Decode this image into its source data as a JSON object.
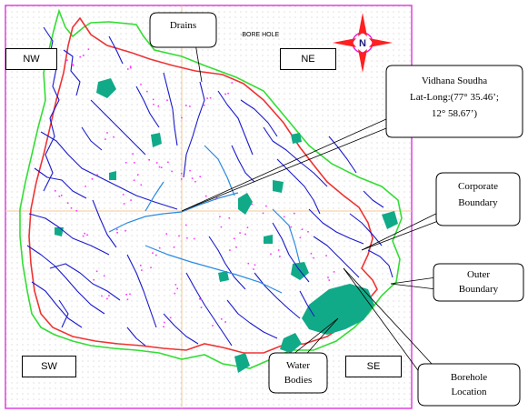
{
  "map": {
    "legend": {
      "bore_hole": "·BORE HOLE"
    },
    "quadrants": {
      "nw": "NW",
      "ne": "NE",
      "sw": "SW",
      "se": "SE"
    },
    "north_arrow": "N",
    "callouts": {
      "drains": "Drains",
      "vidhana_line1": "Vidhana Soudha",
      "vidhana_line2": "Lat-Long:(77° 35.46’;",
      "vidhana_line3": "12° 58.67’)",
      "corporate_line1": "Corporate",
      "corporate_line2": "Boundary",
      "outer_line1": "Outer",
      "outer_line2": "Boundary",
      "water_line1": "Water",
      "water_line2": "Bodies",
      "borehole_line1": "Borehole",
      "borehole_line2": "Location"
    },
    "colors": {
      "frame": "#e040e0",
      "grid_dots": "#b0b0b0",
      "outer_boundary": "#33dd33",
      "corporate_boundary": "#ee3333",
      "drains": "#1a1acc",
      "drains_light": "#2a8ae0",
      "water_bodies": "#11aa88",
      "boreholes": "#ff33ff",
      "crosshair": "#f5c896"
    }
  }
}
